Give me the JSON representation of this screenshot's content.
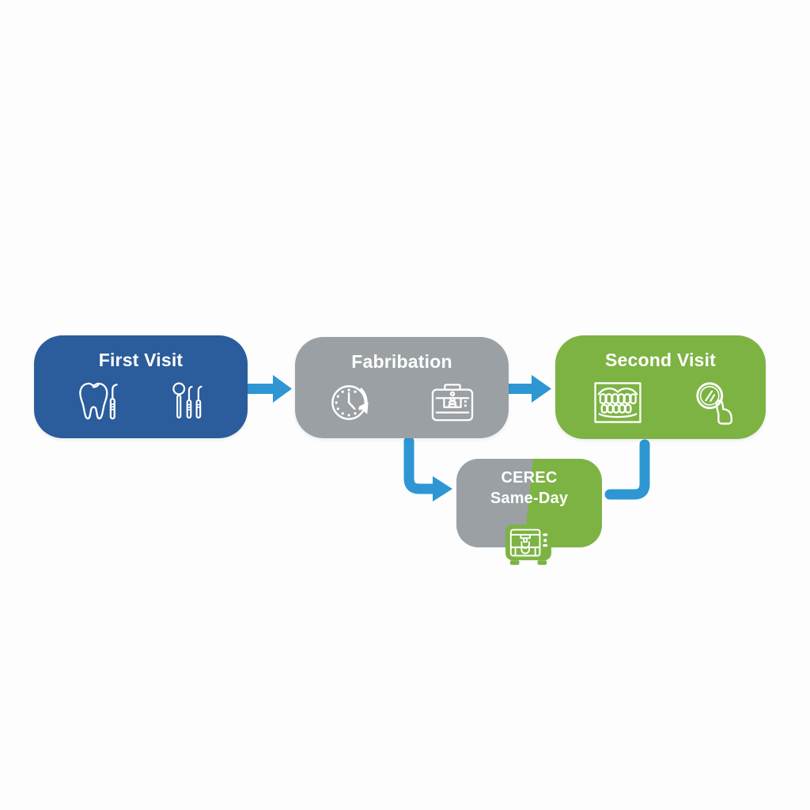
{
  "background": "#FDFDFE",
  "palette": {
    "node_blue": "#2B5C9B",
    "node_gray": "#9AA0A4",
    "node_green": "#7DB343",
    "arrow_blue": "#2E96D3",
    "text_white": "#FFFFFF"
  },
  "nodes": {
    "first_visit": {
      "label": "First Visit",
      "icons": [
        "tooth-and-scaler-icon",
        "mirror-and-probes-icon"
      ]
    },
    "fabrication": {
      "label": "Fabribation",
      "icons": [
        "clock-time-icon",
        "milling-machine-icon"
      ]
    },
    "second_visit": {
      "label": "Second Visit",
      "icons": [
        "denture-model-icon",
        "magnifier-hand-icon"
      ]
    },
    "cerec": {
      "label_line1": "CEREC",
      "label_line2": "Same-Day",
      "icons": [
        "cerec-mill-machine-icon"
      ],
      "split_colors": [
        "#9AA0A4",
        "#7DB343"
      ]
    }
  },
  "connectors": [
    {
      "from": "first_visit",
      "to": "fabrication",
      "type": "straight-arrow-right",
      "color": "#2E96D3"
    },
    {
      "from": "fabrication",
      "to": "second_visit",
      "type": "straight-arrow-right",
      "color": "#2E96D3"
    },
    {
      "from": "fabrication",
      "to": "cerec",
      "type": "elbow-down-then-right-arrow",
      "color": "#2E96D3"
    },
    {
      "from": "second_visit",
      "to": "cerec",
      "type": "elbow-down-then-left-line",
      "color": "#2E96D3"
    }
  ]
}
